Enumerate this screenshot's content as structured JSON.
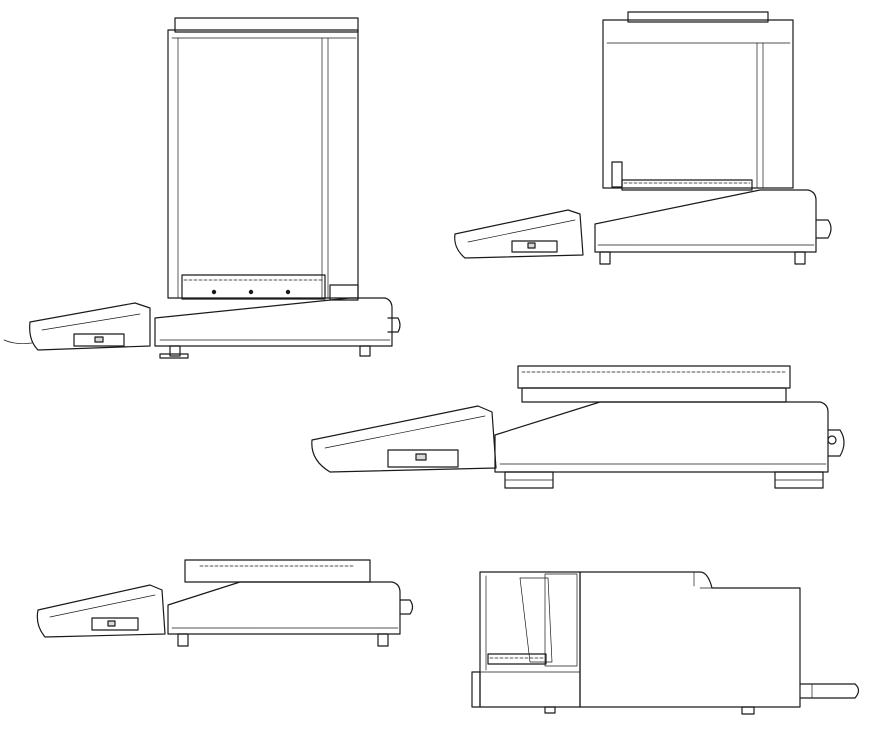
{
  "figure": {
    "views": [
      {
        "view": "side-tall-draft-shield"
      },
      {
        "view": "side-medium-draft-shield"
      },
      {
        "view": "side-low-pan"
      },
      {
        "view": "side-flat-pan"
      },
      {
        "view": "section-view"
      }
    ]
  }
}
